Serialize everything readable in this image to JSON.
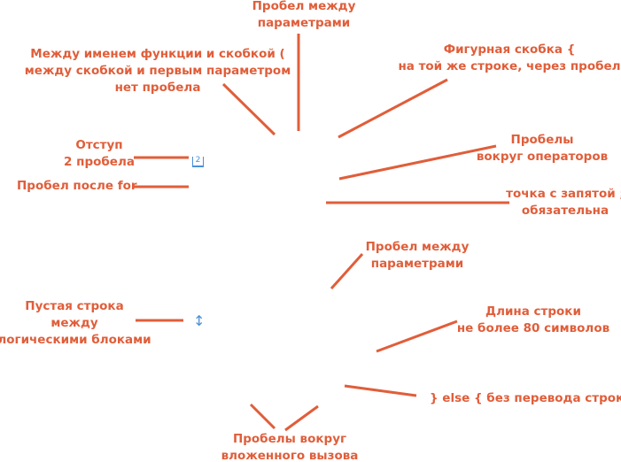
{
  "colors": {
    "annotation": "#e05e3a",
    "marker": "#4a90d9",
    "background": "#ffffff"
  },
  "annotations": {
    "params_top": "Пробел между\nпараметрами",
    "func_name": "Между именем функции и скобкой (\nмежду скобкой и первым параметром\nнет пробела",
    "brace": "Фигурная скобка {\nна той же строке, через пробел",
    "operators": "Пробелы\nвокруг операторов",
    "semicolon": "точка с запятой ;\nобязательна",
    "indent": "Отступ\n2 пробела",
    "for_space": "Пробел после for",
    "params_mid": "Пробел между\nпараметрами",
    "blank_line": "Пустая строка\nмежду\nлогическими блоками",
    "line_length": "Длина строки\nне более 80 символов",
    "else": "} else { без перевода строки",
    "nested_call": "Пробелы вокруг\nвложенного вызова"
  },
  "markers": {
    "indent_icon": "2",
    "blank_line_icon": "↕",
    "indent_icon_name": "indent-bracket-icon",
    "blank_line_icon_name": "vertical-arrows-icon"
  }
}
